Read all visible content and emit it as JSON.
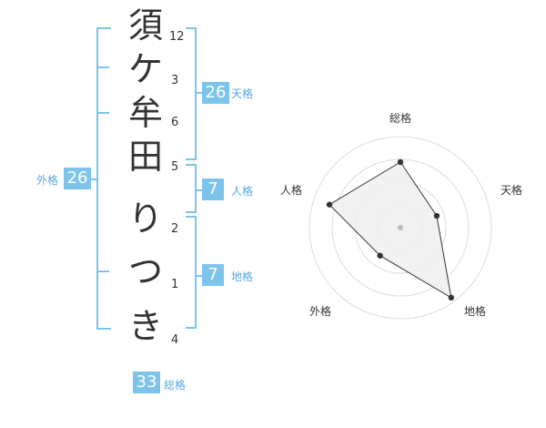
{
  "name": {
    "chars": [
      "須",
      "ケ",
      "牟",
      "田",
      "り",
      "つ",
      "き"
    ],
    "strokes": [
      "12",
      "3",
      "6",
      "5",
      "2",
      "1",
      "4"
    ]
  },
  "fortune": {
    "tenkaku": {
      "value": "26",
      "label": "天格"
    },
    "jinkaku": {
      "value": "7",
      "label": "人格"
    },
    "chikaku": {
      "value": "7",
      "label": "地格"
    },
    "gaikaku": {
      "value": "26",
      "label": "外格"
    },
    "soukaku": {
      "value": "33",
      "label": "総格"
    }
  },
  "chart_data": {
    "type": "radar",
    "axes": [
      "総格",
      "天格",
      "地格",
      "外格",
      "人格"
    ],
    "values": [
      0.72,
      0.42,
      0.95,
      0.38,
      0.82
    ],
    "rings": 4,
    "colors": {
      "fill": "#eeeeee",
      "line": "#333333",
      "ring": "#dddddd",
      "center": "#bbbbbb"
    }
  }
}
